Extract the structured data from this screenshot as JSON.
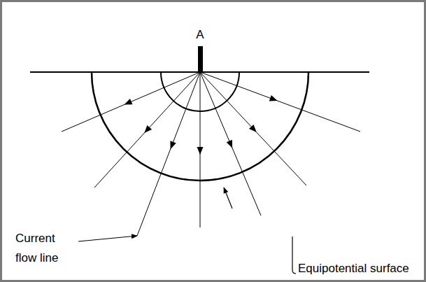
{
  "diagram": {
    "labels": [
      "A",
      "Current flow line",
      "Equipotential surface"
    ]
  }
}
